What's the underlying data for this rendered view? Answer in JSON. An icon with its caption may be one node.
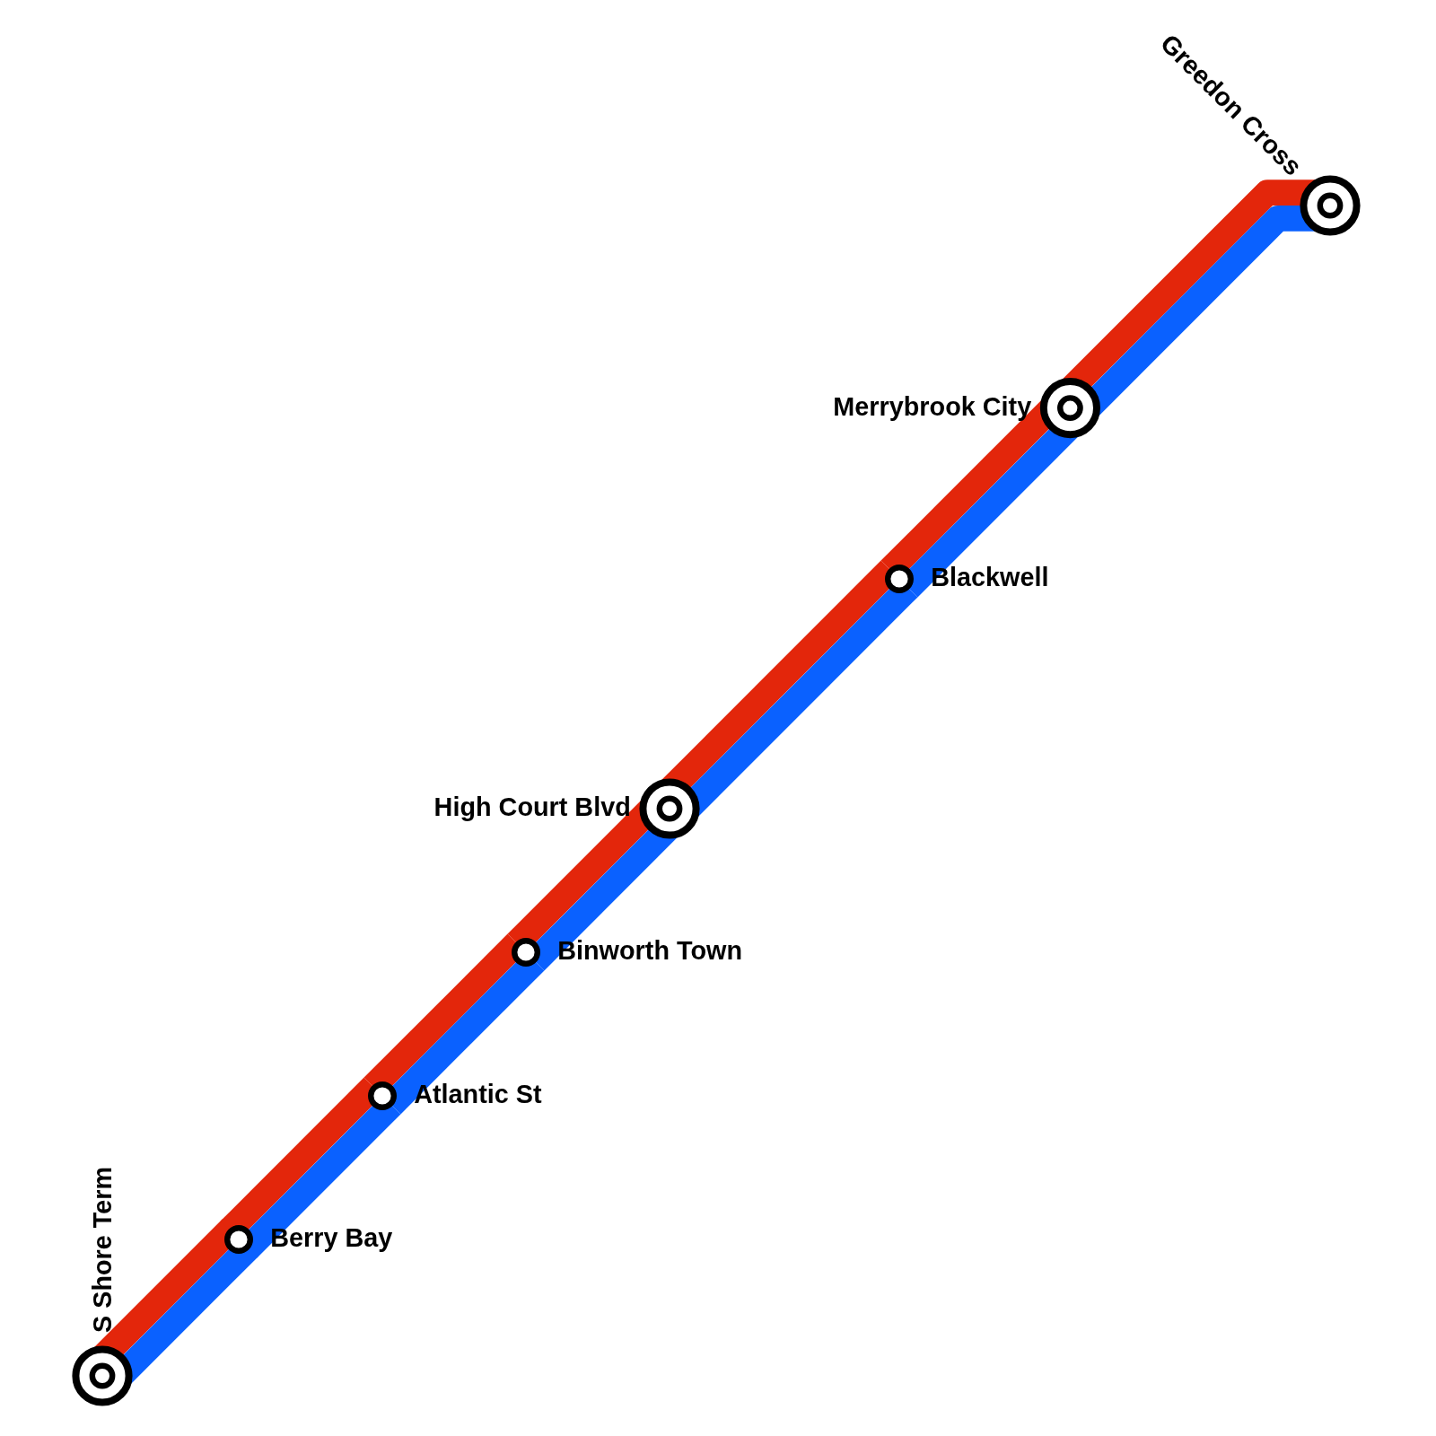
{
  "diagram": {
    "nodes": [
      {
        "text": [
          "Greedon Cross"
        ]
      },
      {
        "text": [
          "Merrybrook City"
        ]
      },
      {
        "text": [
          "Blackwell"
        ]
      },
      {
        "text": [
          "High Court Blvd"
        ]
      },
      {
        "text": [
          "Binworth Town"
        ]
      },
      {
        "text": [
          "Atlantic St"
        ]
      },
      {
        "text": [
          "Berry Bay"
        ]
      },
      {
        "text": [
          "S Shore Term"
        ]
      }
    ],
    "edges": [
      {
        "from": 7,
        "to": 6,
        "arrow": "none",
        "color": "#e3260b"
      },
      {
        "from": 6,
        "to": 5,
        "arrow": "none",
        "color": "#e3260b"
      },
      {
        "from": 5,
        "to": 4,
        "arrow": "none",
        "color": "#e3260b"
      },
      {
        "from": 4,
        "to": 3,
        "arrow": "none",
        "color": "#e3260b"
      },
      {
        "from": 3,
        "to": 2,
        "arrow": "none",
        "color": "#e3260b"
      },
      {
        "from": 2,
        "to": 1,
        "arrow": "none",
        "color": "#e3260b"
      },
      {
        "from": 1,
        "to": 0,
        "arrow": "none",
        "color": "#e3260b"
      },
      {
        "from": 7,
        "to": 6,
        "arrow": "none",
        "color": "#0a61ff"
      },
      {
        "from": 6,
        "to": 5,
        "arrow": "none",
        "color": "#0a61ff"
      },
      {
        "from": 5,
        "to": 4,
        "arrow": "none",
        "color": "#0a61ff"
      },
      {
        "from": 4,
        "to": 3,
        "arrow": "none",
        "color": "#0a61ff"
      },
      {
        "from": 3,
        "to": 2,
        "arrow": "none",
        "color": "#0a61ff"
      },
      {
        "from": 2,
        "to": 1,
        "arrow": "none",
        "color": "#0a61ff"
      },
      {
        "from": 1,
        "to": 0,
        "arrow": "none",
        "color": "#0a61ff"
      }
    ]
  }
}
